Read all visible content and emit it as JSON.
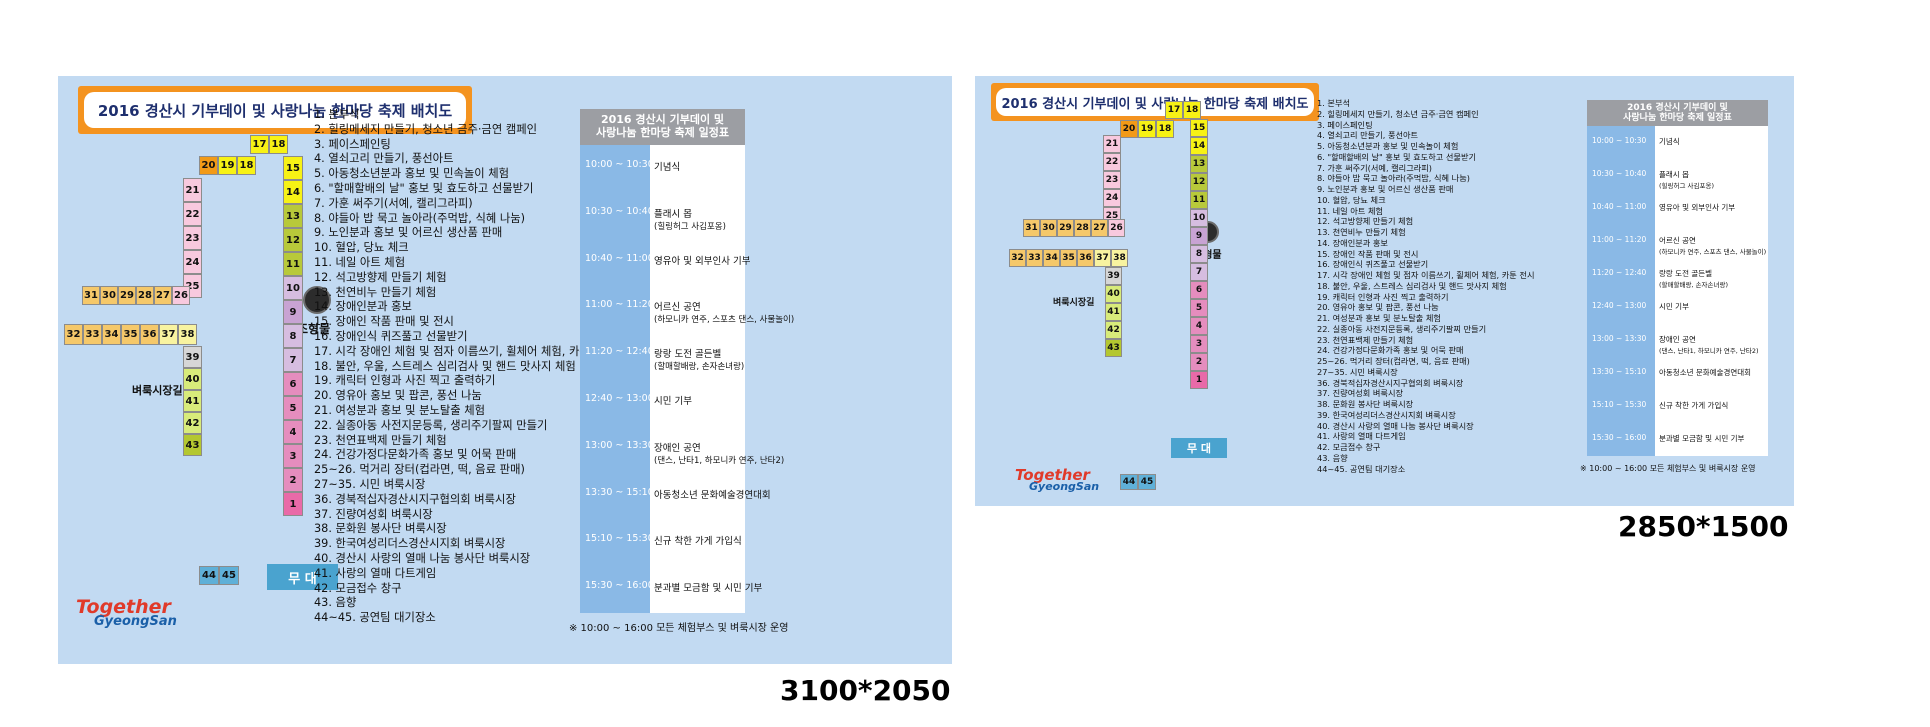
{
  "title": "2016 경산시 기부데이 및 사랑나눔 한마당 축제 배치도",
  "labels": {
    "sculpture": "조형물",
    "market": "벼룩시장길",
    "stage": "무 대"
  },
  "logo": {
    "line1": "Together",
    "line2": "GyeongSan"
  },
  "booths": [
    {
      "group": "a",
      "nums": [
        "17",
        "18"
      ],
      "color": "#f7f215"
    },
    {
      "group": "b",
      "nums": [
        "20",
        "19",
        "18"
      ],
      "colors": [
        "#f29a17",
        "#f7f215",
        "#f7f215"
      ]
    },
    {
      "group": "right",
      "nums": [
        "15",
        "14",
        "13",
        "12",
        "11",
        "10",
        "9",
        "8",
        "7",
        "6",
        "5",
        "4",
        "3",
        "2",
        "1"
      ],
      "colors": [
        "#f7f215",
        "#f7f215",
        "#b8c93a",
        "#b8c93a",
        "#b8c93a",
        "#d6bde0",
        "#c8a3d3",
        "#d6bde0",
        "#d6bde0",
        "#e58dbe",
        "#e58dbe",
        "#e58dbe",
        "#e58dbe",
        "#e58dbe",
        "#e96aa8"
      ]
    },
    {
      "group": "left",
      "nums": [
        "21",
        "22",
        "23",
        "24",
        "25"
      ],
      "color": "#f8c9de"
    },
    {
      "group": "row1",
      "nums": [
        "31",
        "30",
        "29",
        "28",
        "27",
        "26"
      ],
      "colors": [
        "#f5c86a",
        "#f5c86a",
        "#f5c86a",
        "#f5c86a",
        "#f5c86a",
        "#f8c9de"
      ]
    },
    {
      "group": "row2",
      "nums": [
        "32",
        "33",
        "34",
        "35",
        "36",
        "37",
        "38"
      ],
      "colors": [
        "#f5c86a",
        "#f5c86a",
        "#f5c86a",
        "#f5c86a",
        "#f5c86a",
        "#f8f3a0",
        "#f8f3a0"
      ]
    },
    {
      "group": "col",
      "nums": [
        "39",
        "40",
        "41",
        "42",
        "43"
      ],
      "colors": [
        "#d6d6d6",
        "#d8eb7a",
        "#d8eb7a",
        "#d8eb7a",
        "#b4c730"
      ]
    },
    {
      "group": "wait",
      "nums": [
        "44",
        "45"
      ],
      "color": "#5fb0d8"
    }
  ],
  "list": [
    "1. 본부석",
    "2. 힐링메세지 만들기, 청소년 금주·금연 캠페인",
    "3. 페이스페인팅",
    "4. 열쇠고리 만들기, 풍선아트",
    "5. 아동청소년분과 홍보 및 민속놀이 체험",
    "6. \"할매할배의 날\" 홍보 및 효도하고 선물받기",
    "7. 가훈 써주기(서예, 캘리그라피)",
    "8. 야들아 밥 묵고 놀아라(주먹밥, 식혜 나눔)",
    "9. 노인분과 홍보 및 어르신 생산품 판매",
    "10. 혈압, 당뇨 체크",
    "11. 네일 아트 체험",
    "12. 석고방향제 만들기 체험",
    "13. 천연비누 만들기 체험",
    "14. 장애인분과 홍보",
    "15. 장애인 작품 판매 및 전시",
    "16. 장애인식 퀴즈풀고 선물받기",
    "17. 시각 장애인 체험 및 점자 이름쓰기, 휠체어 체험, 카툰 전시",
    "18. 불안, 우울, 스트레스 심리검사 및 핸드 맛사지 체험",
    "19. 캐릭터 인형과 사진 찍고 출력하기",
    "20. 영유아 홍보 및 팝콘, 풍선 나눔",
    "21. 여성분과 홍보 및 분노탈출 체험",
    "22. 실종아동 사전지문등록, 생리주기팔찌 만들기",
    "23. 천연표백제 만들기 체험",
    "24. 건강가정다문화가족 홍보 및 어묵 판매",
    "25~26. 먹거리 장터(컵라면, 떡, 음료 판매)",
    "27~35. 시민 벼룩시장",
    "36. 경북적십자경산시지구협의회 벼룩시장",
    "37. 진량여성회 벼룩시장",
    "38. 문화원 봉사단 벼룩시장",
    "39. 한국여성리더스경산시지회 벼룩시장",
    "40. 경산시 사랑의 열매 나눔 봉사단 벼룩시장",
    "41. 사랑의 열매 다트게임",
    "42. 모금접수 창구",
    "43. 음향",
    "44~45. 공연팀 대기장소"
  ],
  "schedule": {
    "header1": "2016 경산시 기부데이 및",
    "header2": "사랑나눔 한마당 축제 일정표",
    "rows": [
      {
        "time": "10:00 ~ 10:30",
        "event": "기념식",
        "sub": ""
      },
      {
        "time": "10:30 ~ 10:40",
        "event": "플래시 몹",
        "sub": "(힐링허그 사김포옹)"
      },
      {
        "time": "10:40 ~ 11:00",
        "event": "영유아 및 외부인사 기부",
        "sub": ""
      },
      {
        "time": "11:00 ~ 11:20",
        "event": "어르신 공연",
        "sub": "(하모니카 연주, 스포츠 댄스, 사물놀이)"
      },
      {
        "time": "11:20 ~ 12:40",
        "event": "랑랑 도전 골든벨",
        "sub": "(할매할배랑, 손자손녀랑)"
      },
      {
        "time": "12:40 ~ 13:00",
        "event": "시민 기부",
        "sub": ""
      },
      {
        "time": "13:00 ~ 13:30",
        "event": "장애인 공연",
        "sub": "(댄스, 난타1, 하모니카 연주, 난타2)"
      },
      {
        "time": "13:30 ~ 15:10",
        "event": "아동청소년 문화예술경연대회",
        "sub": ""
      },
      {
        "time": "15:10 ~ 15:30",
        "event": "신규 착한 가게 가입식",
        "sub": ""
      },
      {
        "time": "15:30 ~ 16:00",
        "event": "분과별 모금함 및 시민 기부",
        "sub": ""
      }
    ],
    "note": "※ 10:00 ~ 16:00 모든 체험부스 및 벼룩시장 운영"
  },
  "dims": {
    "big": "3100*2050",
    "small": "2850*1500"
  }
}
